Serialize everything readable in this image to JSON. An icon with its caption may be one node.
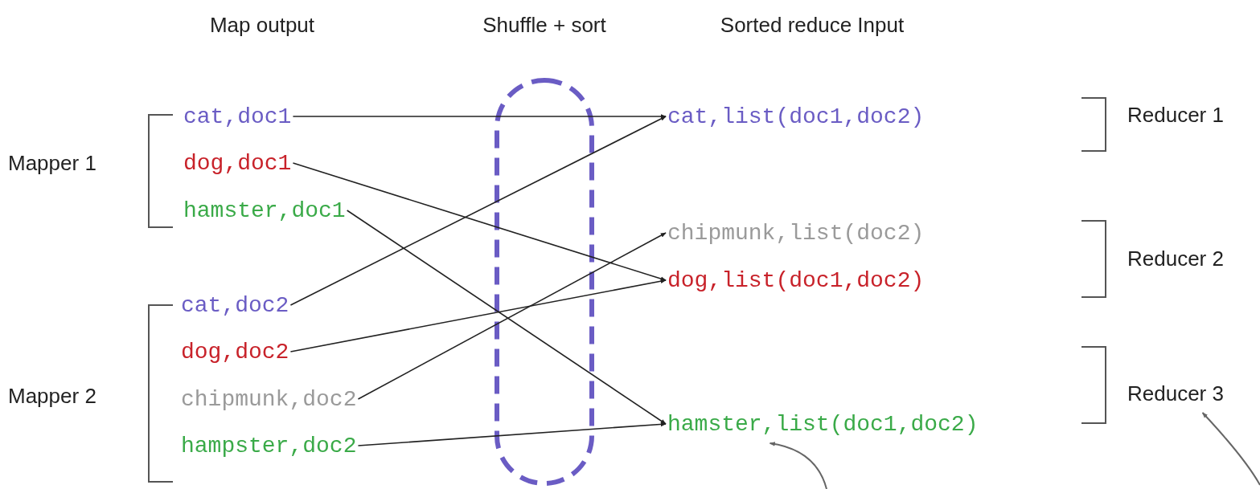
{
  "diagram": {
    "nodes": [
      {
        "text": [
          "cat,doc1"
        ]
      },
      {
        "text": [
          "dog,doc1"
        ]
      },
      {
        "text": [
          "hamster,doc1"
        ]
      },
      {
        "text": [
          "cat,doc2"
        ]
      },
      {
        "text": [
          "dog,doc2"
        ]
      },
      {
        "text": [
          "chipmunk,doc2"
        ]
      },
      {
        "text": [
          "hampster,doc2"
        ]
      },
      {
        "text": [
          "cat,list(doc1,doc2)"
        ]
      },
      {
        "text": [
          "chipmunk,list(doc2)"
        ]
      },
      {
        "text": [
          "dog,list(doc1,doc2)"
        ]
      },
      {
        "text": [
          "hamster,list(doc1,doc2)"
        ]
      },
      {
        "text": [
          "Reducer 1"
        ]
      },
      {
        "text": [
          "Reducer 2"
        ]
      },
      {
        "text": [
          "Reducer 3"
        ]
      }
    ],
    "edges": [
      {
        "from": 0,
        "to": 7,
        "arrow": "to"
      },
      {
        "from": 1,
        "to": 9,
        "arrow": "to"
      },
      {
        "from": 2,
        "to": 10,
        "arrow": "to"
      },
      {
        "from": 3,
        "to": 7,
        "arrow": "to"
      },
      {
        "from": 4,
        "to": 9,
        "arrow": "to"
      },
      {
        "from": 5,
        "to": 8,
        "arrow": "to"
      },
      {
        "from": 6,
        "to": 10,
        "arrow": "to"
      },
      {
        "from": null,
        "to": 10,
        "arrow": "to",
        "color": "#666666"
      },
      {
        "from": null,
        "to": 13,
        "arrow": "to",
        "color": "#666666"
      }
    ],
    "labels": [
      "Map output",
      "Shuffle + sort",
      "Sorted reduce Input",
      "Mapper 1",
      "Mapper 2"
    ]
  }
}
